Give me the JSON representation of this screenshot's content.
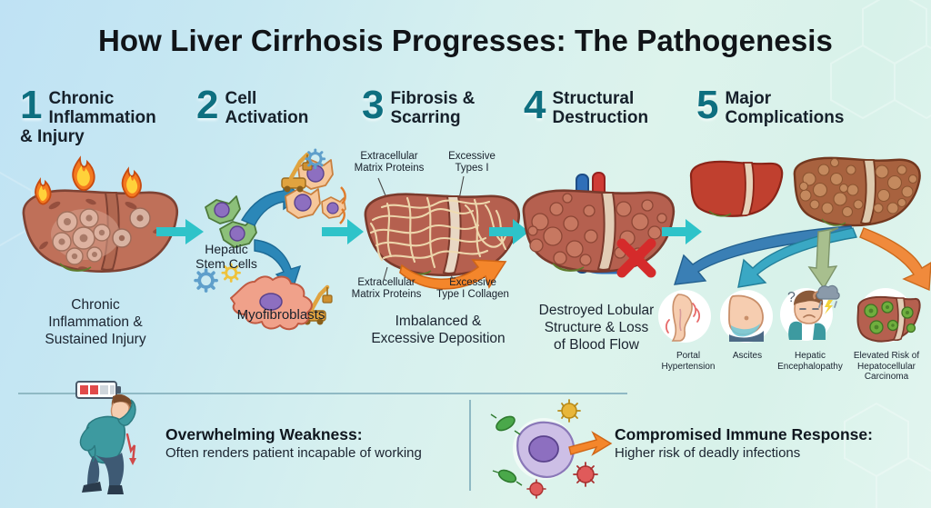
{
  "title": "How Liver Cirrhosis Progresses: The Pathogenesis",
  "theme": {
    "bg_left": "#bfe2f4",
    "bg_right": "#e2f5ef",
    "number_color": "#0e6f80",
    "arrow_teal": "#2ec3c9",
    "liver_red": "#b3574a",
    "text_dark": "#16202a"
  },
  "steps": [
    {
      "number": "1",
      "title_lines": [
        "Chronic",
        "Inflammation",
        "& Injury"
      ],
      "caption_lines": [
        "Chronic",
        "Inflammation &",
        "Sustained Injury"
      ],
      "illustration": "inflamed-liver-with-flames"
    },
    {
      "number": "2",
      "title_lines": [
        "Cell",
        "Activation"
      ],
      "labels": {
        "stem_cells": [
          "Hepatic",
          "Stem Cells"
        ],
        "myofibroblasts": "Myofibroblasts"
      },
      "illustration": "stem-cells-differentiating"
    },
    {
      "number": "3",
      "title_lines": [
        "Fibrosis &",
        "Scarring"
      ],
      "labels": {
        "top_left": [
          "Extracellular",
          "Matrix Proteins"
        ],
        "top_right": [
          "Excessive",
          "Types I"
        ],
        "bottom_left": [
          "Extracellular",
          "Matrix Proteins"
        ],
        "bottom_right": [
          "Excessive",
          "Type I Collagen"
        ]
      },
      "caption_lines": [
        "Imbalanced &",
        "Excessive Deposition"
      ],
      "illustration": "fibrotic-liver-with-collagen-strands"
    },
    {
      "number": "4",
      "title_lines": [
        "Structural",
        "Destruction"
      ],
      "caption_lines": [
        "Destroyed Lobular",
        "Structure & Loss",
        "of Blood Flow"
      ],
      "illustration": "nodular-liver-blocked-vessels"
    },
    {
      "number": "5",
      "title_lines": [
        "Major",
        "Complications"
      ],
      "illustration": "healthy-and-cirrhotic-liver-comparison",
      "complications": [
        {
          "icon": "swollen-leg-icon",
          "label_lines": [
            "Portal",
            "Hypertension"
          ]
        },
        {
          "icon": "distended-abdomen-icon",
          "label_lines": [
            "Ascites"
          ]
        },
        {
          "icon": "confused-person-icon",
          "label_lines": [
            "Hepatic",
            "Encephalopathy"
          ]
        },
        {
          "icon": "tumor-liver-icon",
          "label_lines": [
            "Elevated Risk of",
            "Hepatocellular",
            "Carcinoma"
          ]
        }
      ]
    }
  ],
  "bottom_band": {
    "left": {
      "icon": "exhausted-person-icon",
      "battery_icon": "low-battery-icon",
      "title": "Overwhelming Weakness:",
      "subtitle": "Often renders patient incapable of working"
    },
    "right": {
      "icon": "immune-cell-and-pathogens-icon",
      "title": "Compromised Immune Response:",
      "subtitle": "Higher risk of deadly infections"
    }
  }
}
